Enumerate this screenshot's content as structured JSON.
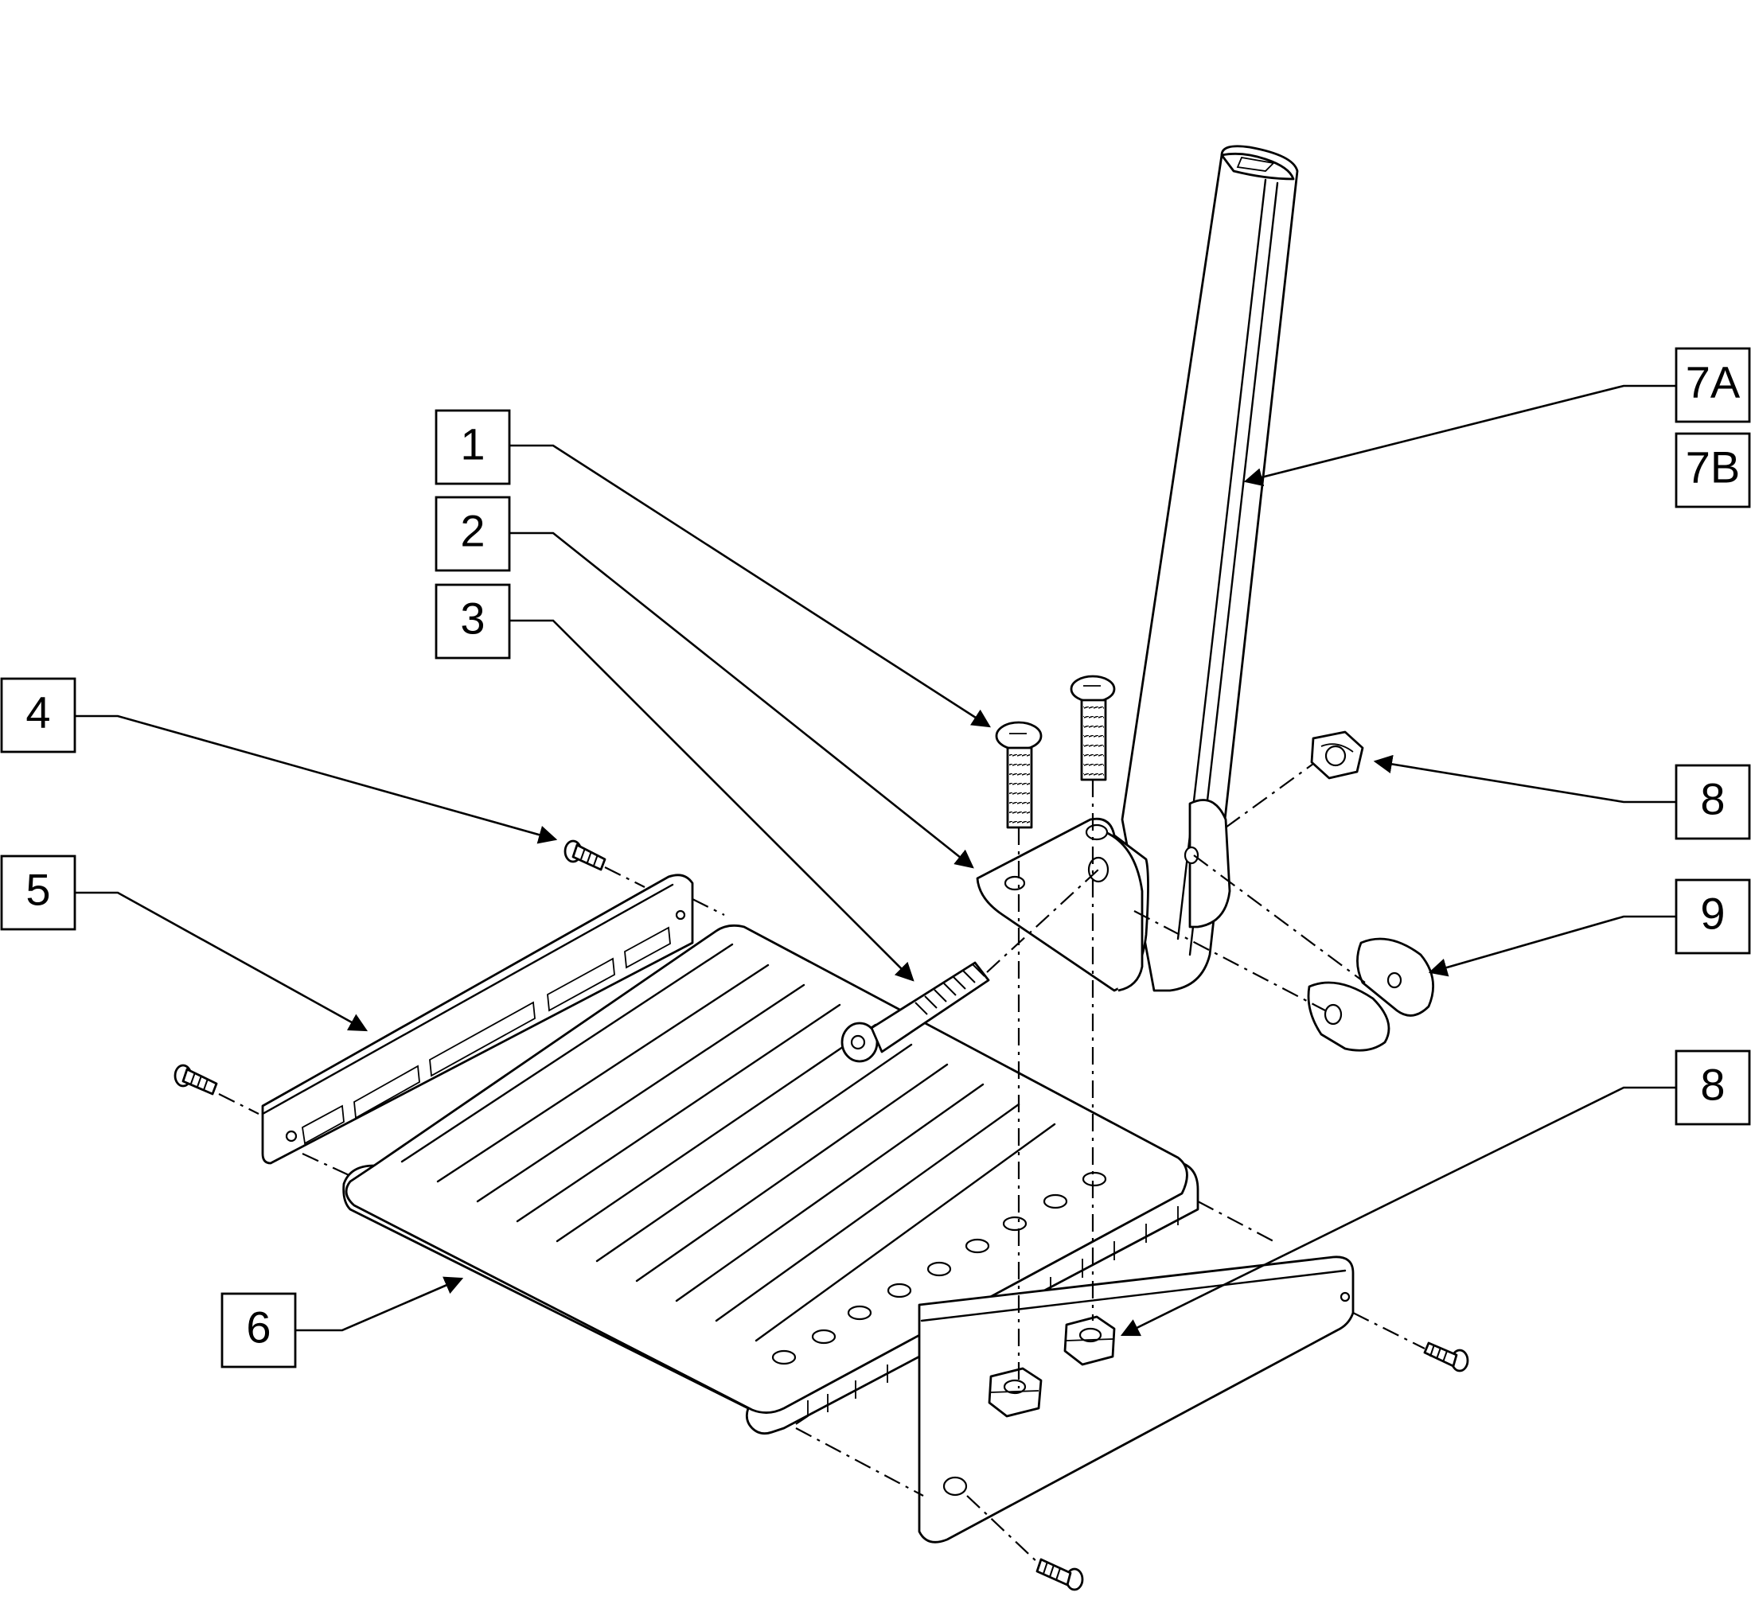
{
  "diagram": {
    "callouts": [
      {
        "id": "1",
        "label": "1"
      },
      {
        "id": "2",
        "label": "2"
      },
      {
        "id": "3",
        "label": "3"
      },
      {
        "id": "4",
        "label": "4"
      },
      {
        "id": "5",
        "label": "5"
      },
      {
        "id": "6",
        "label": "6"
      },
      {
        "id": "7A",
        "label": "7A"
      },
      {
        "id": "7B",
        "label": "7B"
      },
      {
        "id": "8a",
        "label": "8"
      },
      {
        "id": "9",
        "label": "9"
      },
      {
        "id": "8b",
        "label": "8"
      }
    ]
  }
}
